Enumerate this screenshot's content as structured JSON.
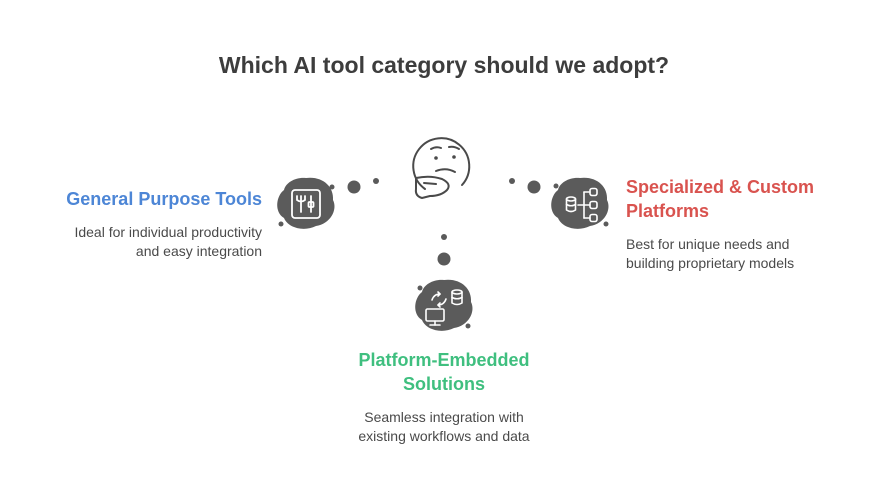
{
  "title": "Which AI tool category should we adopt?",
  "options": [
    {
      "heading": "General Purpose Tools",
      "description_lines": [
        "Ideal for individual productivity",
        "and easy integration"
      ],
      "color": "#4d86d6",
      "icon": "tools-icon"
    },
    {
      "heading_lines": [
        "Specialized & Custom",
        "Platforms"
      ],
      "description_lines": [
        "Best for unique needs and",
        "building proprietary models"
      ],
      "color": "#d9534f",
      "icon": "database-network-icon"
    },
    {
      "heading_lines": [
        "Platform-Embedded",
        "Solutions"
      ],
      "description_lines": [
        "Seamless integration with",
        "existing workflows and data"
      ],
      "color": "#3fbf7f",
      "icon": "computer-database-sync-icon"
    }
  ],
  "center_icon": "thinking-face-icon"
}
